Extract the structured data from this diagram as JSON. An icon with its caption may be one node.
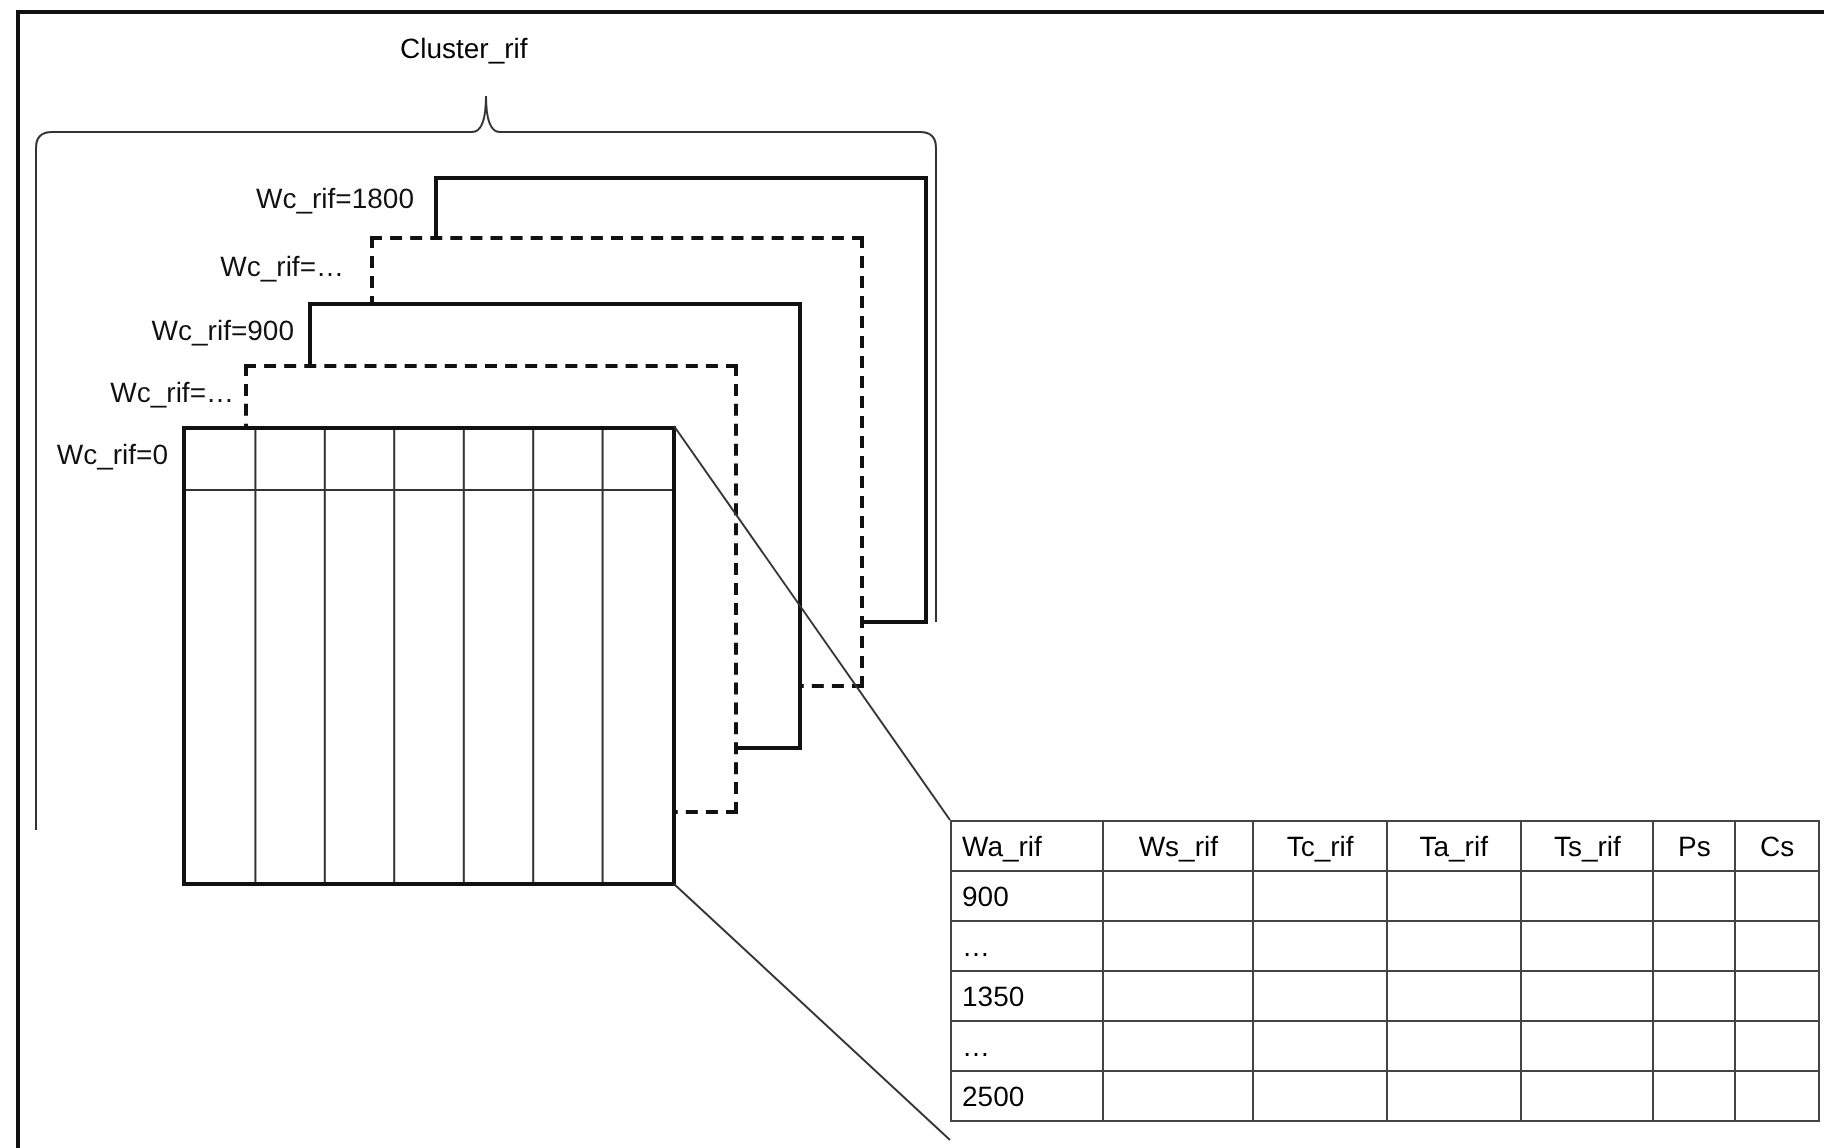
{
  "diagram": {
    "nodes": [
      {
        "text": [
          "Wc_rif=1800"
        ]
      },
      {
        "text": [
          "Wc_rif=…"
        ]
      },
      {
        "text": [
          "Wc_rif=900"
        ]
      },
      {
        "text": [
          "Wc_rif=…"
        ]
      },
      {
        "text": [
          "Wc_rif=0"
        ]
      }
    ],
    "edges": [],
    "labels": [
      "Cluster_rif",
      "Wa_rif",
      "Ws_rif",
      "Tc_rif",
      "Ta_rif",
      "Ts_rif",
      "Ps",
      "Cs",
      "900",
      "…",
      "1350",
      "…",
      "2500"
    ]
  }
}
